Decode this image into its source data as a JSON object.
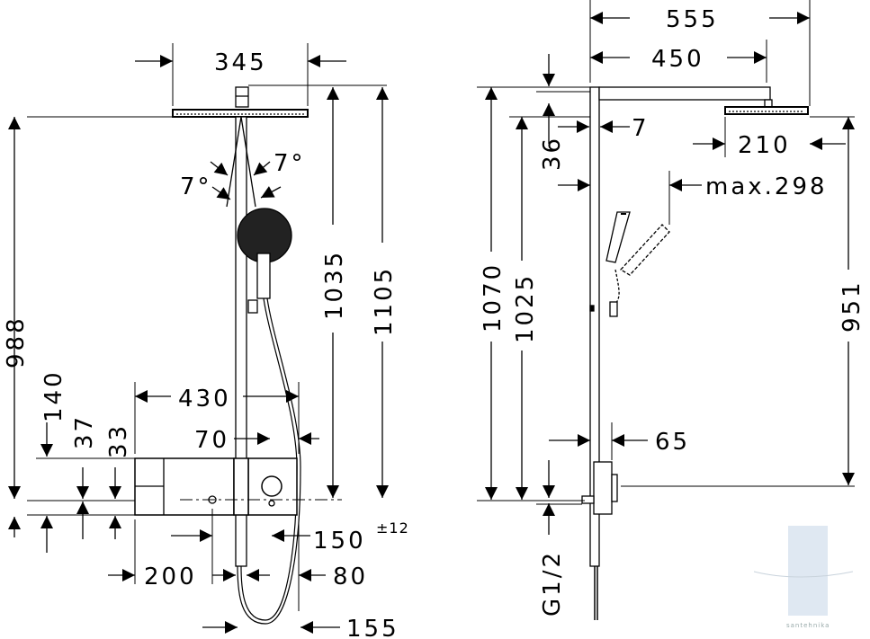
{
  "front_view": {
    "dims": {
      "overhead_diameter": "345",
      "angle_right": "7°",
      "angle_left": "7°",
      "height_to_head": "1035",
      "total_height": "1105",
      "height_988": "988",
      "dim_140": "140",
      "dim_37": "37",
      "dim_33": "33",
      "width_430": "430",
      "dim_70": "70",
      "dim_150": "150",
      "tolerance": "±12",
      "dim_200": "200",
      "dim_80": "80",
      "dim_155": "155"
    }
  },
  "side_view": {
    "dims": {
      "projection_555": "555",
      "arm_450": "450",
      "dim_7": "7",
      "dim_36": "36",
      "head_210": "210",
      "max_298": "max.298",
      "height_1070": "1070",
      "height_1025": "1025",
      "height_951": "951",
      "dim_65": "65",
      "connection": "G1/2"
    }
  },
  "watermark": "santehnika"
}
